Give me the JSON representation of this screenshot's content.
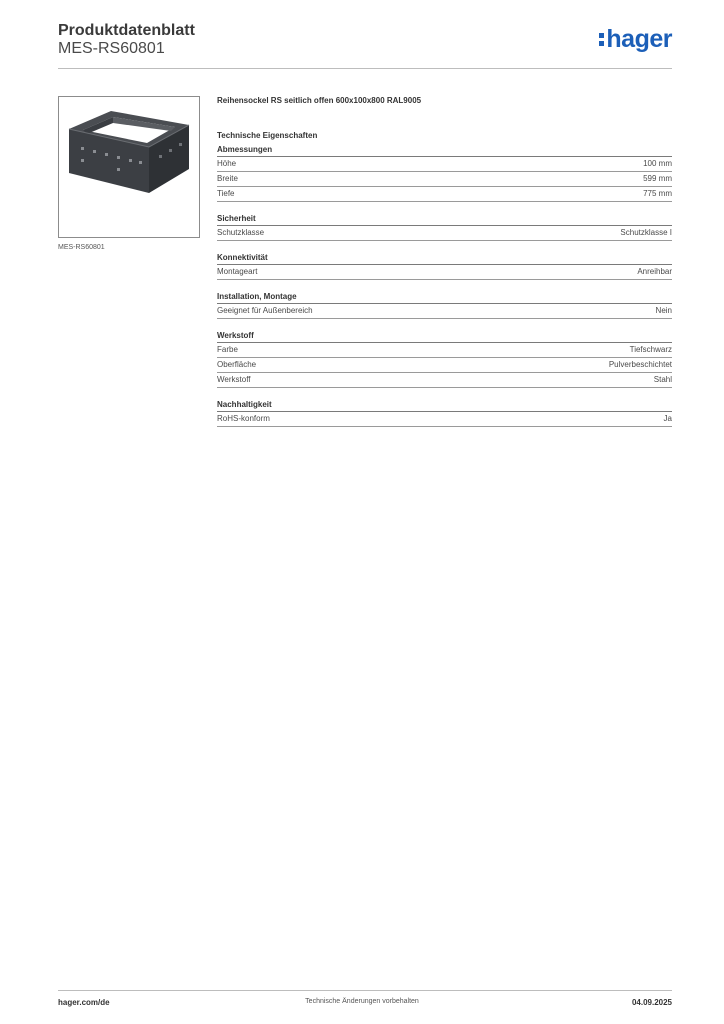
{
  "header": {
    "title": "Produktdatenblatt",
    "subtitle": "MES-RS60801",
    "logo_text": "hager",
    "logo_color": "#1c5fb8"
  },
  "product": {
    "image_caption": "MES-RS60801",
    "name": "Reihensockel RS seitlich offen 600x100x800 RAL9005",
    "section_title": "Technische Eigenschaften"
  },
  "groups": [
    {
      "title": "Abmessungen",
      "rows": [
        {
          "label": "Höhe",
          "value": "100 mm"
        },
        {
          "label": "Breite",
          "value": "599 mm"
        },
        {
          "label": "Tiefe",
          "value": "775 mm"
        }
      ]
    },
    {
      "title": "Sicherheit",
      "rows": [
        {
          "label": "Schutzklasse",
          "value": "Schutzklasse I"
        }
      ]
    },
    {
      "title": "Konnektivität",
      "rows": [
        {
          "label": "Montageart",
          "value": "Anreihbar"
        }
      ]
    },
    {
      "title": "Installation, Montage",
      "rows": [
        {
          "label": "Geeignet für Außenbereich",
          "value": "Nein"
        }
      ]
    },
    {
      "title": "Werkstoff",
      "rows": [
        {
          "label": "Farbe",
          "value": "Tiefschwarz"
        },
        {
          "label": "Oberfläche",
          "value": "Pulverbeschichtet"
        },
        {
          "label": "Werkstoff",
          "value": "Stahl"
        }
      ]
    },
    {
      "title": "Nachhaltigkeit",
      "rows": [
        {
          "label": "RoHS-konform",
          "value": "Ja"
        }
      ]
    }
  ],
  "footer": {
    "website": "hager.com/de",
    "notice": "Technische Änderungen vorbehalten",
    "date": "04.09.2025"
  }
}
